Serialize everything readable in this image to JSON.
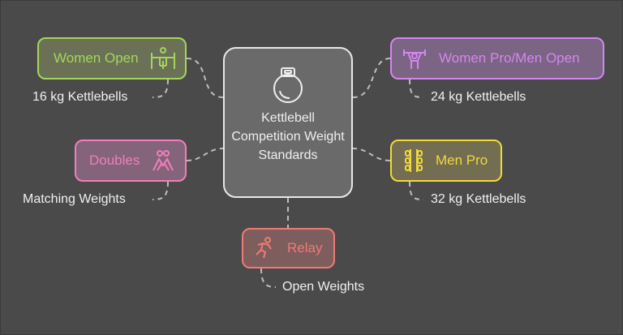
{
  "center": {
    "title": "Kettlebell Competition Weight Standards",
    "icon": "kettlebell-icon"
  },
  "categories": [
    {
      "label": "Women Open",
      "weight": "16 kg Kettlebells",
      "icon": "gymnastics-bars-icon",
      "color": "#a5d65a",
      "fill": "#6b7157"
    },
    {
      "label": "Women Pro/Men Open",
      "weight": "24 kg Kettlebells",
      "icon": "weightlifter-icon",
      "color": "#d487ee",
      "fill": "#7b6484"
    },
    {
      "label": "Doubles",
      "weight": "Matching Weights",
      "icon": "pair-icon",
      "color": "#f07fbd",
      "fill": "#83647a"
    },
    {
      "label": "Men Pro",
      "weight": "32 kg Kettlebells",
      "icon": "dumbbell-rack-icon",
      "color": "#f1da3a",
      "fill": "#736d52"
    },
    {
      "label": "Relay",
      "weight": "Open Weights",
      "icon": "runner-icon",
      "color": "#f07a75",
      "fill": "#7d5e5d"
    }
  ]
}
